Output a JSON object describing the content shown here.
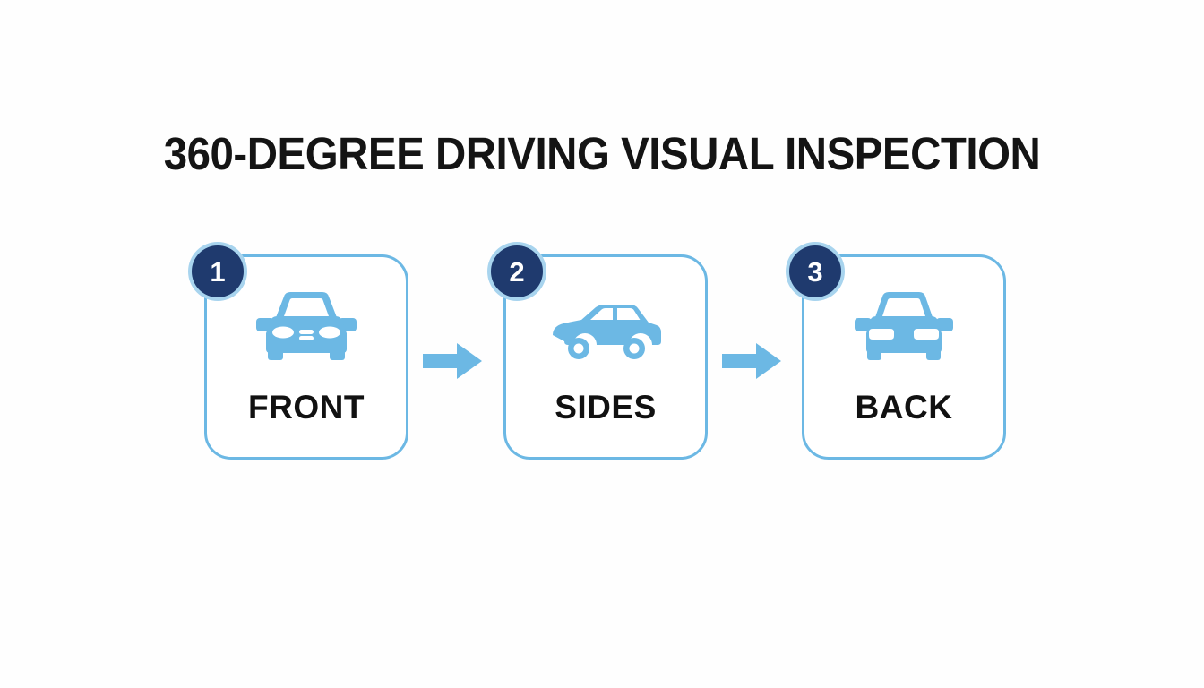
{
  "page": {
    "title": "360-DEGREE DRIVING VISUAL INSPECTION",
    "background_color": "#fefefe"
  },
  "theme": {
    "accent_blue": "#6cb8e4",
    "badge_navy": "#1f3a6e",
    "badge_ring": "#a8d4ee",
    "text_color": "#111111",
    "card_fill": "#ffffff"
  },
  "steps": [
    {
      "number": "1",
      "label": "FRONT",
      "icon": "car-front-icon"
    },
    {
      "number": "2",
      "label": "SIDES",
      "icon": "car-side-icon"
    },
    {
      "number": "3",
      "label": "BACK",
      "icon": "car-back-icon"
    }
  ],
  "connectors": [
    {
      "icon": "arrow-right-icon"
    },
    {
      "icon": "arrow-right-icon"
    }
  ]
}
